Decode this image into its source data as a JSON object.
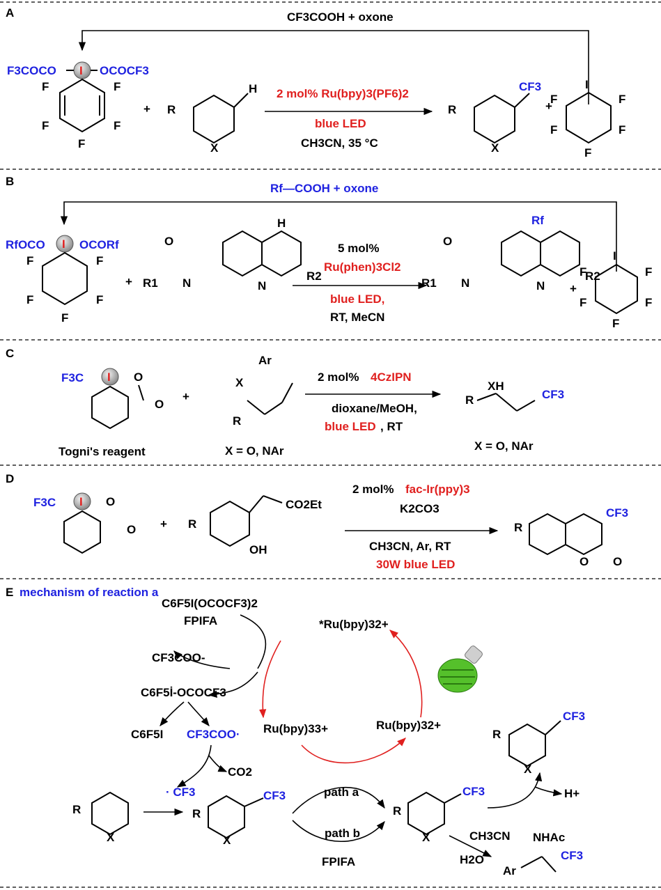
{
  "sections": {
    "a": {
      "label": "A",
      "top_reagents": "CF3COOH + oxone",
      "reagent_left": "F3COCO",
      "reagent_right": "OCOCF3",
      "iodine": "I",
      "fluorine": "F",
      "h_atom": "H",
      "r_group": "R",
      "x_atom": "X",
      "plus": "+",
      "catalyst": "2 mol% Ru(bpy)3(PF6)2",
      "light": "blue LED",
      "conditions": "CH3CN, 35 °C",
      "product_group": "CF3"
    },
    "b": {
      "label": "B",
      "top_reagents": "Rf—COOH + oxone",
      "reagent_left": "RfOCO",
      "reagent_right": "OCORf",
      "iodine": "I",
      "fluorine": "F",
      "o_atom": "O",
      "nh": "N\nH",
      "n_atom": "N",
      "r1": "R1",
      "r2": "R2",
      "h_atom": "H",
      "plus": "+",
      "loading": "5 mol%",
      "catalyst": "Ru(phen)3Cl2",
      "light": "blue LED,",
      "conditions": "RT, MeCN",
      "product_group": "Rf"
    },
    "c": {
      "label": "C",
      "reagent": "F3C",
      "iodine": "I",
      "o_atom": "O",
      "reagent_name": "Togni's reagent",
      "ar": "Ar",
      "x_atom": "X",
      "r_group": "R",
      "x_def": "X = O, NAr",
      "plus": "+",
      "catalyst_prefix": "2 mol%",
      "catalyst": "4CzIPN",
      "solvent": "dioxane/MeOH,",
      "light": "blue LED",
      "rt": ", RT",
      "xh": "XH",
      "product_group": "CF3",
      "product_x_def": "X = O, NAr"
    },
    "d": {
      "label": "D",
      "reagent": "F3C",
      "iodine": "I",
      "o_atom": "O",
      "plus": "+",
      "r_group": "R",
      "ester": "CO2Et",
      "oh": "OH",
      "catalyst_prefix": "2 mol%",
      "catalyst": "fac-Ir(ppy)3",
      "base": "K2CO3",
      "conditions": "CH3CN, Ar, RT",
      "light": "30W blue LED",
      "product_group": "CF3"
    },
    "e": {
      "label": "E",
      "title": "mechanism of reaction a",
      "fpifa_formula": "C6F5I(OCOCF3)2",
      "fpifa": "FPIFA",
      "excited_ru": "*Ru(bpy)32+",
      "tfa_anion": "CF3COO-",
      "intermediate": "C6F5İ-OCOCF3",
      "c6f5i": "C6F5I",
      "tfa_radical": "CF3COO·",
      "ru3": "Ru(bpy)33+",
      "ru2": "Ru(bpy)32+",
      "co2": "CO2",
      "cf3_radical": "· CF3",
      "path_a": "path a",
      "path_b": "path b",
      "fpifa2": "FPIFA",
      "h_plus": "H+",
      "ch3cn": "CH3CN",
      "h2o": "H2O",
      "nhac": "NHAc",
      "ar": "Ar",
      "r_group": "R",
      "x_atom": "X",
      "cf3": "CF3"
    }
  },
  "colors": {
    "red": "#e0201f",
    "blue": "#1f22e0",
    "black": "#000000"
  }
}
